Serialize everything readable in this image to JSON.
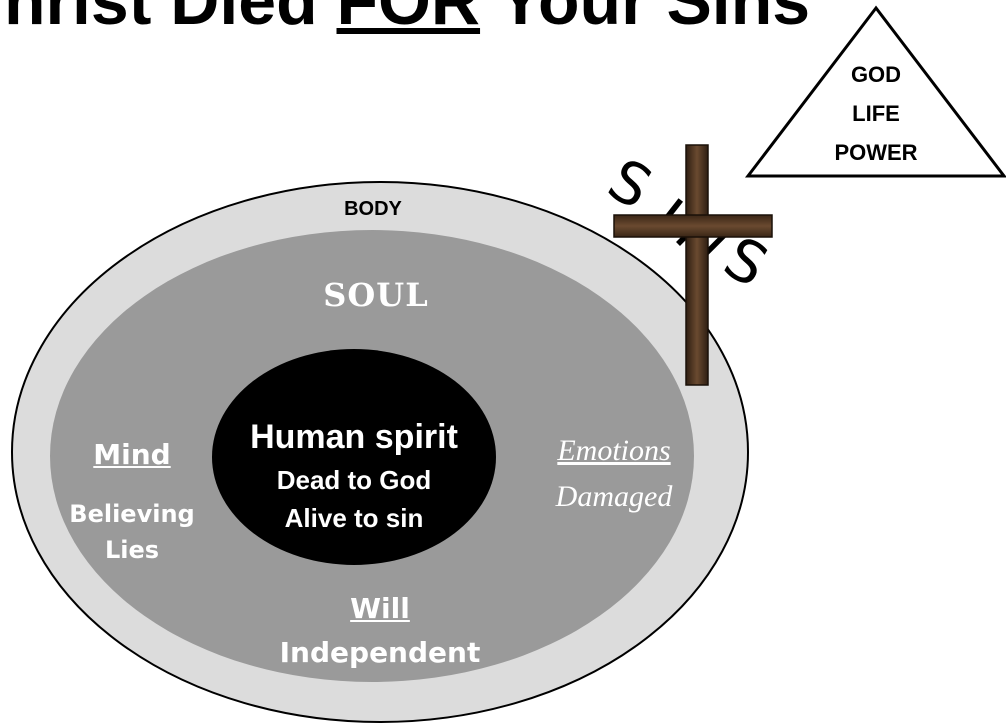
{
  "title": {
    "part1": "hrist Died ",
    "emphasis": "FOR",
    "part2": " Your Sins"
  },
  "triangle": {
    "lines": [
      "GOD",
      "LIFE",
      "POWER"
    ]
  },
  "sins": {
    "letters": [
      "S",
      "I",
      "N",
      "S"
    ]
  },
  "body": {
    "label": "BODY"
  },
  "soul": {
    "label": "SOUL"
  },
  "spirit": {
    "title": "Human spirit",
    "line1": "Dead to God",
    "line2": "Alive to sin"
  },
  "mind": {
    "title": "Mind",
    "line1": "Believing",
    "line2": "Lies"
  },
  "emotions": {
    "title": "Emotions",
    "line1": "Damaged"
  },
  "will": {
    "title": "Will",
    "line1": "Independent"
  },
  "colors": {
    "body_fill": "#dcdcdc",
    "soul_fill": "#9a9a9a",
    "spirit_fill": "#000000",
    "cross": "#4a3322",
    "text_white": "#ffffff"
  }
}
